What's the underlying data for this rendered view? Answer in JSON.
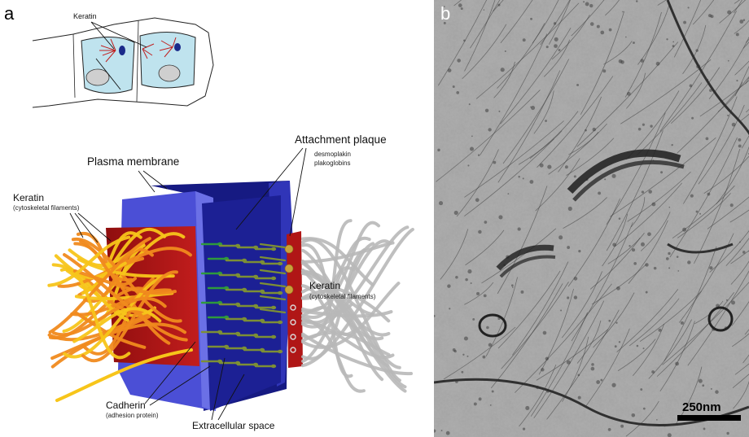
{
  "panel_a": {
    "letter": "a",
    "cells_keratin_label": "Keratin",
    "plasma_membrane": "Plasma membrane",
    "attachment_plaque": "Attachment plaque",
    "desmoplakin": "desmoplakin",
    "plakoglobins": "plakoglobins",
    "keratin_left": "Keratin",
    "keratin_left_sub": "(cytoskeletal filaments)",
    "keratin_right": "Keratin",
    "keratin_right_sub": "(cytoskeletal filaments)",
    "cadherin": "Cadherin",
    "cadherin_sub": "(adhesion protein)",
    "extracellular": "Extracellular space"
  },
  "panel_b": {
    "letter": "b",
    "scale_bar": "250nm"
  },
  "colors": {
    "membrane_blue": "#4b4fd6",
    "membrane_dark": "#161a82",
    "plaque_red": "#b01616",
    "keratin_orange": "#f08a1e",
    "keratin_yellow": "#f7c51a",
    "keratin_grey": "#b8b8b8",
    "cadherin_green": "#2e9a3c",
    "cadherin_olive": "#7d8f35",
    "cell_fill": "#bfe3ee"
  }
}
